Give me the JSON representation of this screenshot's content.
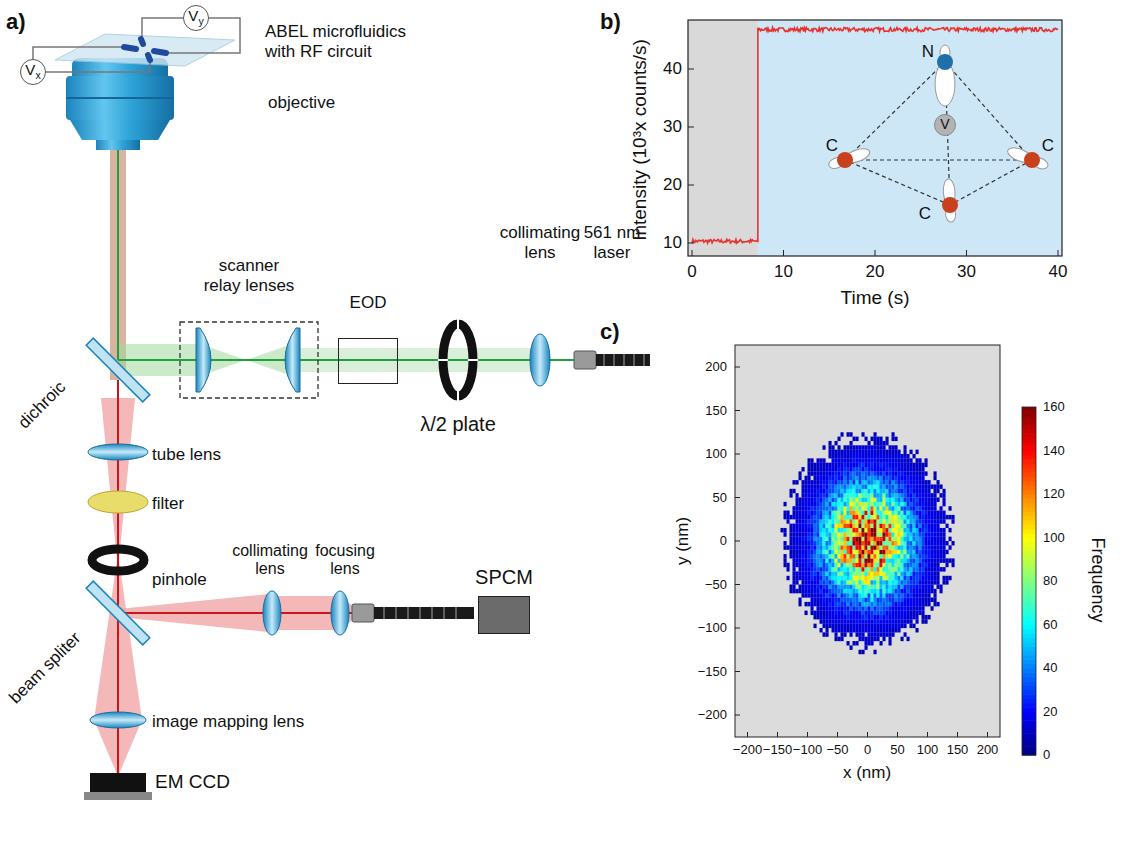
{
  "diagram": {
    "nodes": [
      {
        "text": [
          "Vy"
        ]
      },
      {
        "text": [
          "Vx"
        ]
      },
      {
        "text": [
          "EOD"
        ]
      },
      {
        "text": [
          "SPCM"
        ]
      },
      {
        "text": [
          "V"
        ]
      }
    ],
    "labels": [
      "a)",
      "ABEL microfluidics with RF circuit",
      "objective",
      "scanner relay lenses",
      "collimating lens",
      "561 nm laser",
      "λ/2 plate",
      "dichroic",
      "tube lens",
      "filter",
      "pinhole",
      "collimating lens",
      "focusing lens",
      "beam spliter",
      "image mapping lens",
      "EM CCD",
      "b)",
      "40",
      "30",
      "20",
      "10",
      "0",
      "10",
      "20",
      "30",
      "40",
      "Time (s)",
      "Intensity (10³x counts/s)",
      "N",
      "C",
      "C",
      "C",
      "c)",
      "200",
      "150",
      "100",
      "50",
      "0",
      "−50",
      "−100",
      "−150",
      "−200",
      "−200",
      "−150",
      "−100",
      "−50",
      "0",
      "50",
      "100",
      "150",
      "200",
      "y (nm)",
      "x (nm)",
      "160",
      "140",
      "120",
      "100",
      "80",
      "60",
      "40",
      "20",
      "0",
      "Frequency"
    ]
  }
}
